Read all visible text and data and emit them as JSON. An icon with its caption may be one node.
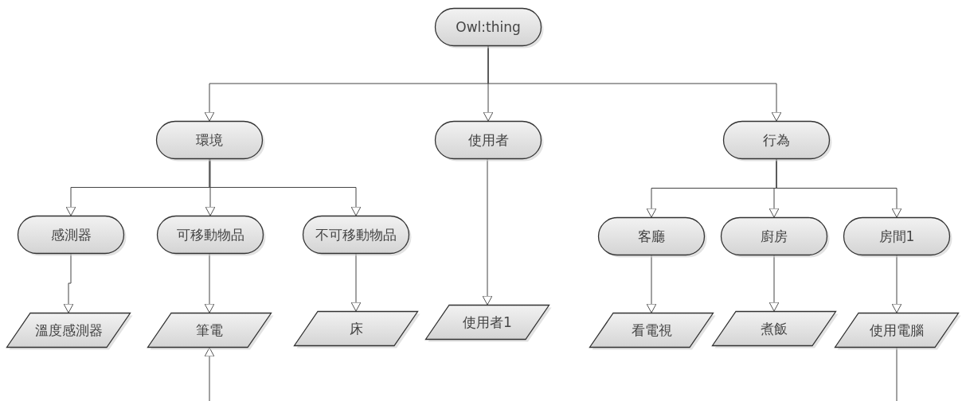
{
  "diagram": {
    "nodes": [
      {
        "text": [
          "Owl:thing"
        ]
      },
      {
        "text": [
          "環境"
        ]
      },
      {
        "text": [
          "使用者"
        ]
      },
      {
        "text": [
          "行為"
        ]
      },
      {
        "text": [
          "感測器"
        ]
      },
      {
        "text": [
          "可移動物品"
        ]
      },
      {
        "text": [
          "不可移動物品"
        ]
      },
      {
        "text": [
          "客廳"
        ]
      },
      {
        "text": [
          "廚房"
        ]
      },
      {
        "text": [
          "房間1"
        ]
      },
      {
        "text": [
          "溫度感測器"
        ]
      },
      {
        "text": [
          "筆電"
        ]
      },
      {
        "text": [
          "床"
        ]
      },
      {
        "text": [
          "使用者1"
        ]
      },
      {
        "text": [
          "看電視"
        ]
      },
      {
        "text": [
          "煮飯"
        ]
      },
      {
        "text": [
          "使用電腦"
        ]
      }
    ],
    "edges": [
      {
        "from": 0,
        "to": 1,
        "arrow": "to"
      },
      {
        "from": 0,
        "to": 2,
        "arrow": "to"
      },
      {
        "from": 0,
        "to": 3,
        "arrow": "to"
      },
      {
        "from": 1,
        "to": 4,
        "arrow": "to"
      },
      {
        "from": 1,
        "to": 5,
        "arrow": "to"
      },
      {
        "from": 1,
        "to": 6,
        "arrow": "to"
      },
      {
        "from": 3,
        "to": 7,
        "arrow": "to"
      },
      {
        "from": 3,
        "to": 8,
        "arrow": "to"
      },
      {
        "from": 3,
        "to": 9,
        "arrow": "to"
      },
      {
        "from": 4,
        "to": 10,
        "arrow": "to"
      },
      {
        "from": 5,
        "to": 11,
        "arrow": "to"
      },
      {
        "from": 6,
        "to": 12,
        "arrow": "to"
      },
      {
        "from": 2,
        "to": 13,
        "arrow": "to"
      },
      {
        "from": 7,
        "to": 14,
        "arrow": "to"
      },
      {
        "from": 8,
        "to": 15,
        "arrow": "to"
      },
      {
        "from": 9,
        "to": 16,
        "arrow": "to"
      },
      {
        "from": null,
        "to": 11,
        "arrow": "to"
      },
      {
        "from": 16,
        "to": null,
        "arrow": "none"
      }
    ]
  }
}
